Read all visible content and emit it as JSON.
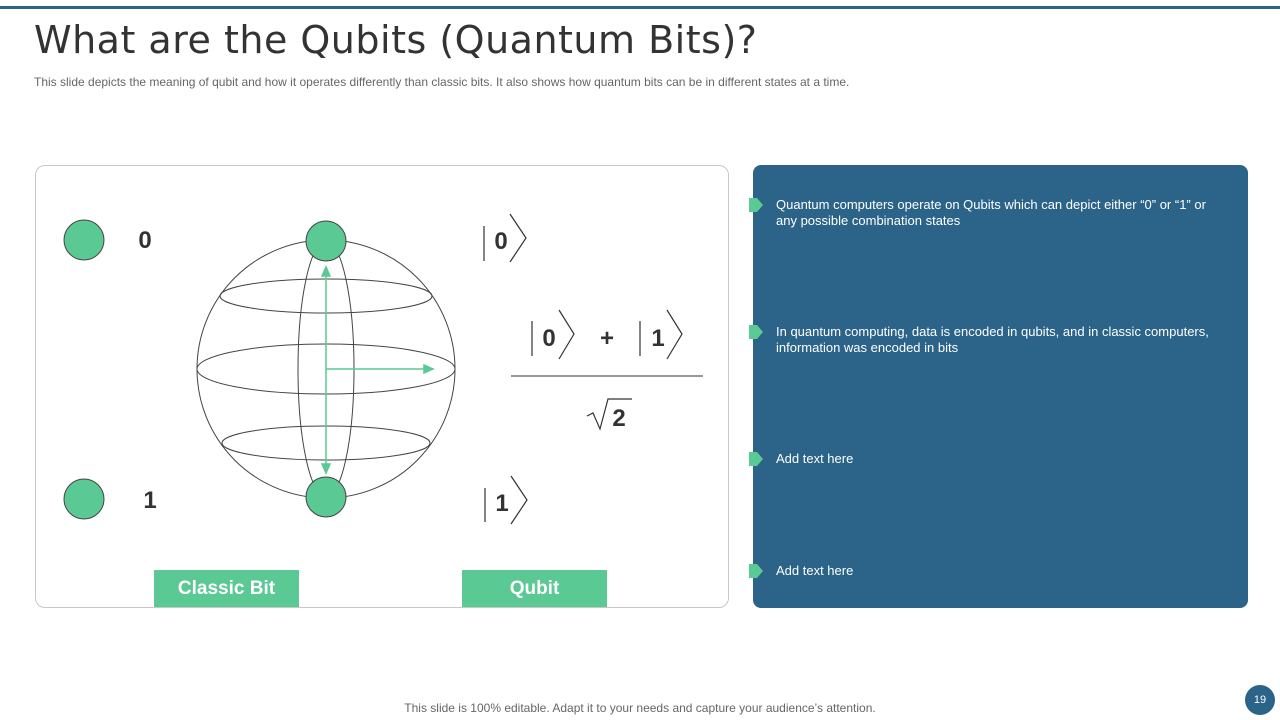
{
  "slide": {
    "title": "What are the Qubits (Quantum Bits)?",
    "subtitle": "This slide depicts the meaning of qubit and how it operates differently than classic bits. It also shows how quantum bits can be in different states at a time.",
    "footer_note": "This slide is 100% editable. Adapt it to your needs and capture your audience’s attention.",
    "page_number": "19"
  },
  "diagram": {
    "classic_zero": "0",
    "classic_one": "1",
    "ket_zero": "0",
    "ket_one": "1",
    "superposition_left": "0",
    "superposition_plus": "+",
    "superposition_right": "1",
    "sqrt_value": "2",
    "classic_label": "Classic Bit",
    "qubit_label": "Qubit"
  },
  "info_panel": {
    "bullets": [
      "Quantum computers operate on Qubits which can depict either “0” or “1” or any possible combination states",
      "In quantum computing, data is encoded in qubits, and in classic computers, information was encoded in bits",
      "Add text here",
      "Add text here"
    ]
  },
  "colors": {
    "accent_green": "#5ac994",
    "panel_blue": "#2b6389"
  }
}
